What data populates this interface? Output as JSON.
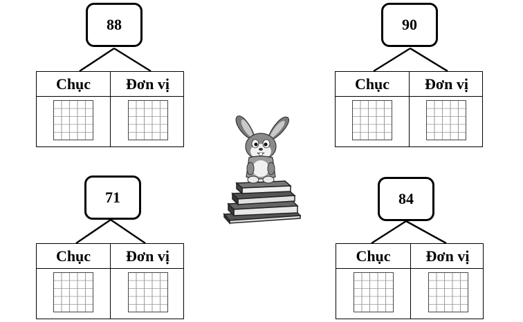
{
  "headers": {
    "tens": "Chục",
    "ones": "Đơn vị"
  },
  "numbers": {
    "top_left": "88",
    "top_right": "90",
    "bottom_left": "71",
    "bottom_right": "84"
  },
  "illustration": {
    "icon": "rabbit-on-books-icon"
  }
}
